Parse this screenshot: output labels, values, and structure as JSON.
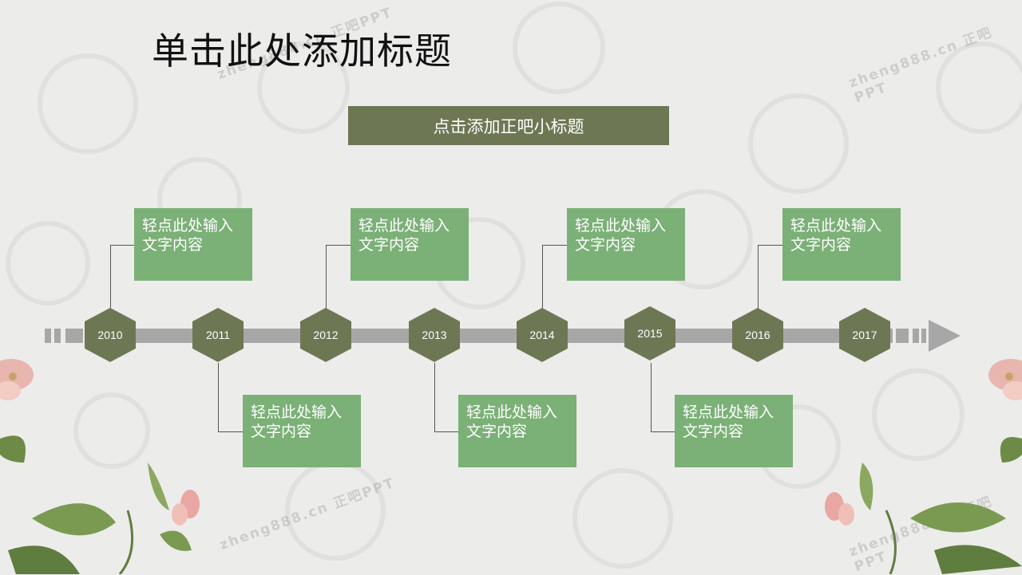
{
  "slide": {
    "title": "单击此处添加标题",
    "subtitle": "点击添加正吧小标题"
  },
  "watermark": "zheng888.cn 正吧PPT",
  "timeline": {
    "years": [
      "2010",
      "2011",
      "2012",
      "2013",
      "2014",
      "2015",
      "2016",
      "2017"
    ],
    "box_text_line1": "轻点此处输入",
    "box_text_line2": "文字内容"
  },
  "colors": {
    "background": "#ececeb",
    "subtitle_bar": "#6e7754",
    "hexagon": "#6e7754",
    "text_box": "#7bb077",
    "timeline": "#a7a7a7"
  }
}
